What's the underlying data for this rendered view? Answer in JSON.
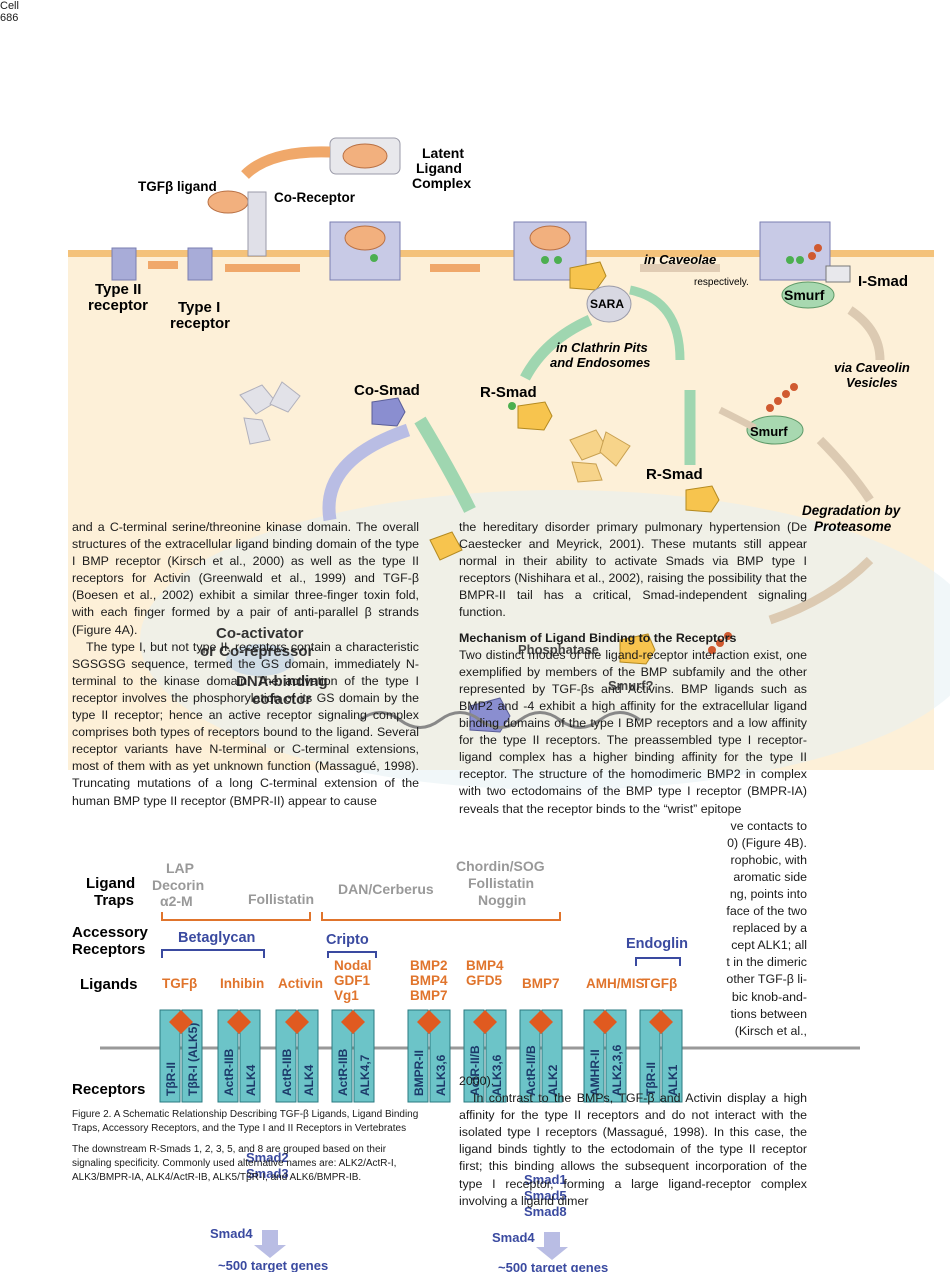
{
  "header": {
    "journal": "Cell",
    "page": "686"
  },
  "figure1": {
    "labels": {
      "latent_complex": [
        "Latent",
        "Ligand",
        "Complex"
      ],
      "tgfb_ligand": "TGFβ ligand",
      "co_receptor": "Co-Receptor",
      "type2": [
        "Type II",
        "receptor"
      ],
      "type1": [
        "Type I",
        "receptor"
      ],
      "in_caveolae": "in Caveolae",
      "respectively": "respectively.",
      "smurf": "Smurf",
      "i_smad": "I-Smad",
      "sara": "SARA",
      "clathrin": [
        "in Clathrin Pits",
        "and Endosomes"
      ],
      "via_caveolin": [
        "via Caveolin",
        "Vesicles"
      ],
      "co_smad": "Co-Smad",
      "r_smad": "R-Smad",
      "r_smad_2": "R-Smad",
      "degradation": [
        "Degradation by",
        "Proteasome"
      ],
      "coactivator": [
        "Co-activator",
        "or Co-repressor"
      ],
      "dna_binding": [
        "DNA-binding",
        "cofactor"
      ],
      "phosphatase": "Phosphatase",
      "smurf_q": "Smurf?"
    }
  },
  "body": {
    "left_paragraphs": [
      "and a C-terminal serine/threonine kinase domain. The overall structures of the extracellular ligand binding domain of the type I BMP receptor (Kirsch et al., 2000) as well as the type II receptors for Activin (Greenwald et al., 1999) and TGF-β (Boesen et al., 2002) exhibit a similar three-finger toxin fold, with each finger formed by a pair of anti-parallel β strands (Figure 4A).",
      "The type I, but not type II, receptors contain a characteristic SGSGSG sequence, termed the GS domain, immediately N-terminal to the kinase domain. The activation of the type I receptor involves the phosphorylation of its GS domain by the type II receptor; hence an active receptor signaling complex comprises both types of receptors bound to the ligand. Several receptor variants have N-terminal or C-terminal extensions, most of them with as yet unknown function (Massagué, 1998). Truncating mutations of a long C-terminal extension of the human BMP type II receptor (BMPR-II) appear to cause"
    ],
    "right_paragraph_1": "the hereditary disorder primary pulmonary hypertension (De Caestecker and Meyrick, 2001). These mutants still appear normal in their ability to activate Smads via BMP type I receptors (Nishihara et al., 2002), raising the possibility that the BMPR-II tail has a critical, Smad-independent signaling function.",
    "right_heading": "Mechanism of Ligand Binding to the Receptors",
    "right_paragraph_2": "Two distinct modes of the ligand-receptor interaction exist, one exemplified by members of the BMP subfamily and the other represented by TGF-βs and Activins. BMP ligands such as BMP2 and -4 exhibit a high affinity for the extracellular ligand binding domains of the type I BMP receptors and a low affinity for the type II receptors. The preassembled type I receptor-ligand complex has a higher binding affinity for the type II receptor. The structure of the homodimeric BMP2 in complex with two ectodomains of the BMP type I receptor (BMPR-IA) reveals that the receptor binds to the “wrist” epitope",
    "right_fragments": [
      "ve contacts to",
      "0) (Figure 4B).",
      "rophobic, with",
      "aromatic side",
      "ng, points into",
      "face of the two",
      "replaced by a",
      "cept ALK1; all",
      "t in the dimeric",
      "other TGF-β li-",
      "bic knob-and-",
      "tions between",
      "(Kirsch et al.,"
    ],
    "right_year": "2000).",
    "right_paragraph_3": "In contrast to the BMPs, TGF-β and Activin display a high affinity for the type II receptors and do not interact with the isolated type I receptors (Massagué, 1998). In this case, the ligand binds tightly to the ectodomain of the type II receptor first; this binding allows the subsequent incorporation of the type I receptor, forming a large ligand-receptor complex involving a ligand dimer"
  },
  "figure2": {
    "row_labels": {
      "traps": [
        "Ligand",
        "Traps"
      ],
      "accessory": [
        "Accessory",
        "Receptors"
      ],
      "ligands": "Ligands",
      "receptors": "Receptors"
    },
    "traps": {
      "lap": [
        "LAP",
        "Decorin",
        "α2-M"
      ],
      "follistatin": "Follistatin",
      "dan": "DAN/Cerberus",
      "chordin": [
        "Chordin/SOG",
        "Follistatin",
        "Noggin"
      ]
    },
    "accessory": {
      "betaglycan": "Betaglycan",
      "cripto": "Cripto",
      "endoglin": "Endoglin"
    },
    "ligands": [
      [
        "TGFβ"
      ],
      [
        "Inhibin"
      ],
      [
        "Activin"
      ],
      [
        "Nodal",
        "GDF1",
        "Vg1"
      ],
      [
        "BMP2",
        "BMP4",
        "BMP7"
      ],
      [
        "BMP4",
        "GFD5"
      ],
      [
        "BMP7"
      ],
      [
        "AMH/MIS"
      ],
      [
        "TGFβ"
      ]
    ],
    "receptors": [
      [
        "TβR-II",
        "TβR-I (ALK5)"
      ],
      [
        "ActR-IIB",
        "ALK4"
      ],
      [
        "ActR-IIB",
        "ALK4"
      ],
      [
        "ActR-IIB",
        "ALK4,7"
      ],
      [
        "BMPR-II",
        "ALK3,6"
      ],
      [
        "ActR-II/B",
        "ALK3,6"
      ],
      [
        "ActR-II/B",
        "ALK2"
      ],
      [
        "AMHR-II",
        "ALK2,3,6"
      ],
      [
        "TβR-II",
        "ALK1"
      ]
    ],
    "smads_left": [
      "Smad2",
      "Smad3"
    ],
    "smads_right": [
      "Smad1",
      "Smad5",
      "Smad8"
    ],
    "smad4": "Smad4",
    "target_genes": "~500 target genes"
  },
  "caption": {
    "title": "Figure 2. A Schematic Relationship Describing TGF-β Ligands, Ligand Binding Traps, Accessory Receptors, and the Type I and II Receptors in Vertebrates",
    "text": "The downstream R-Smads 1, 2, 3, 5, and 8 are grouped based on their signaling specificity. Commonly used alternative names are: ALK2/ActR-I, ALK3/BMPR-IA, ALK4/ActR-IB, ALK5/TβR-I, and ALK6/BMPR-IB."
  }
}
